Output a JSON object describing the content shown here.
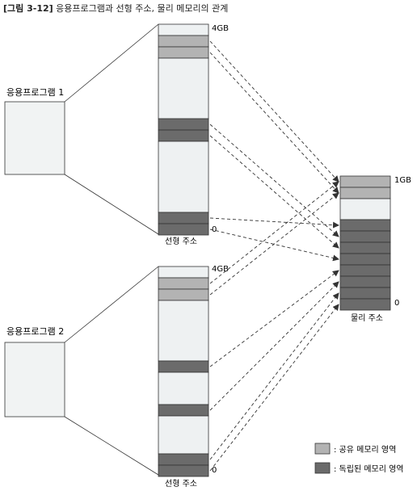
{
  "caption": {
    "number": "[그림 3-12]",
    "text": "응용프로그램과 선형 주소, 물리 메모리의 관계"
  },
  "apps": [
    {
      "label": "응용프로그램 1",
      "space_caption": "선형 주소",
      "top_label": "4GB",
      "bottom_label": "0",
      "blocks": [
        "free",
        "shared",
        "shared",
        "free",
        "private",
        "private",
        "free",
        "private",
        "private"
      ]
    },
    {
      "label": "응용프로그램 2",
      "space_caption": "선형 주소",
      "top_label": "4GB",
      "bottom_label": "0",
      "blocks": [
        "free",
        "shared",
        "shared",
        "free",
        "private",
        "free",
        "private",
        "free",
        "private",
        "private"
      ]
    }
  ],
  "physical": {
    "caption": "물리 주소",
    "top_label": "1GB",
    "bottom_label": "0",
    "blocks": [
      "shared",
      "shared",
      "free",
      "private",
      "private",
      "private",
      "private",
      "private",
      "private",
      "private",
      "private"
    ]
  },
  "legend": {
    "shared_label": ": 공유 메모리 영역",
    "private_label": ": 독립된 메모리 영역"
  },
  "colors": {
    "shared": "#b3b3b3",
    "private": "#6b6b6b",
    "free": "#eef1f2",
    "box": "#f1f3f3",
    "line": "#333333"
  }
}
